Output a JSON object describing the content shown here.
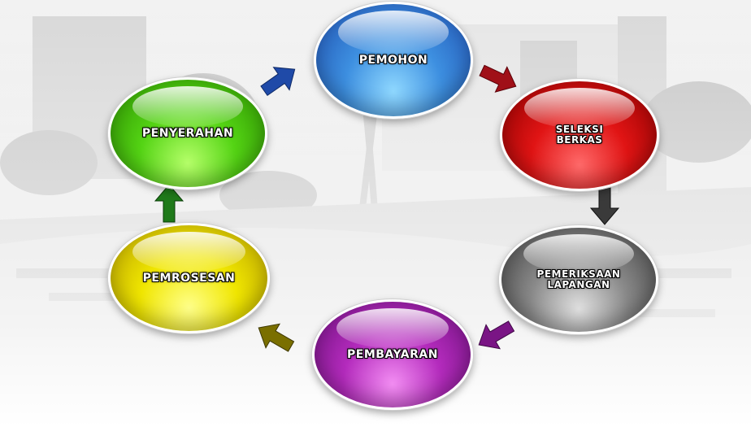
{
  "steps": [
    {
      "label": "PEMOHON",
      "color": "#2f6fd0"
    },
    {
      "label": "SELEKSI\nBERKAS",
      "color": "#e01414"
    },
    {
      "label": "PEMERIKSAAN\nLAPANGAN",
      "color": "#7a7a7a"
    },
    {
      "label": "PEMBAYARAN",
      "color": "#a020b0"
    },
    {
      "label": "PEMROSESAN",
      "color": "#e6dc00"
    },
    {
      "label": "PENYERAHAN",
      "color": "#46c010"
    }
  ],
  "arrows": [
    {
      "from": "PENYERAHAN",
      "to": "PEMOHON",
      "color": "#1f4aa8"
    },
    {
      "from": "PEMOHON",
      "to": "SELEKSI BERKAS",
      "color": "#a01018"
    },
    {
      "from": "SELEKSI BERKAS",
      "to": "PEMERIKSAAN LAPANGAN",
      "color": "#3a3a3a"
    },
    {
      "from": "PEMERIKSAAN LAPANGAN",
      "to": "PEMBAYARAN",
      "color": "#7a1585"
    },
    {
      "from": "PEMBAYARAN",
      "to": "PEMROSESAN",
      "color": "#7a6f00"
    },
    {
      "from": "PEMROSESAN",
      "to": "PENYERAHAN",
      "color": "#1f7a1a"
    }
  ]
}
